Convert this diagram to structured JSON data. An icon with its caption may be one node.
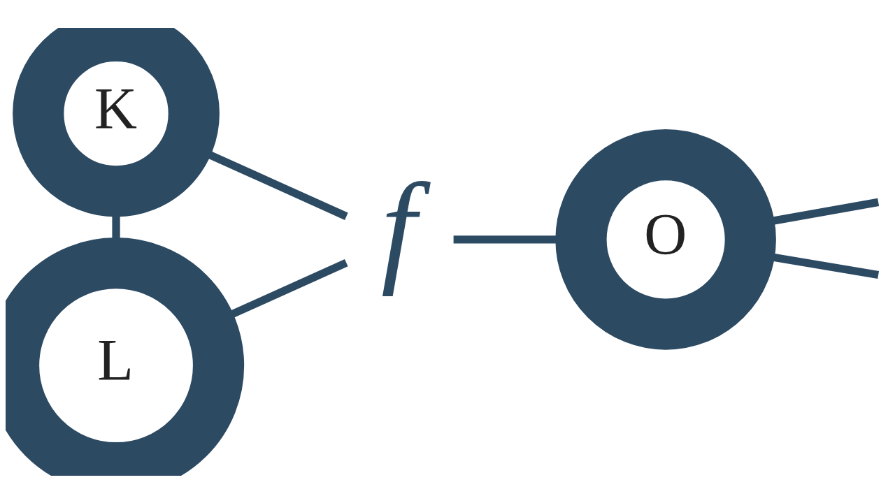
{
  "diagram": {
    "nodes": [
      {
        "text": [
          "K"
        ]
      },
      {
        "text": [
          "L"
        ]
      },
      {
        "text": [
          "f"
        ]
      },
      {
        "text": [
          "O"
        ]
      }
    ],
    "edges": [
      {
        "from": 0,
        "to": 1,
        "arrow": "none"
      },
      {
        "from": 0,
        "to": 2,
        "arrow": "none"
      },
      {
        "from": 1,
        "to": 2,
        "arrow": "none"
      },
      {
        "from": 2,
        "to": 3,
        "arrow": "none"
      },
      {
        "from": 3,
        "to": null,
        "arrow": "none"
      },
      {
        "from": 3,
        "to": null,
        "arrow": "none"
      }
    ]
  }
}
